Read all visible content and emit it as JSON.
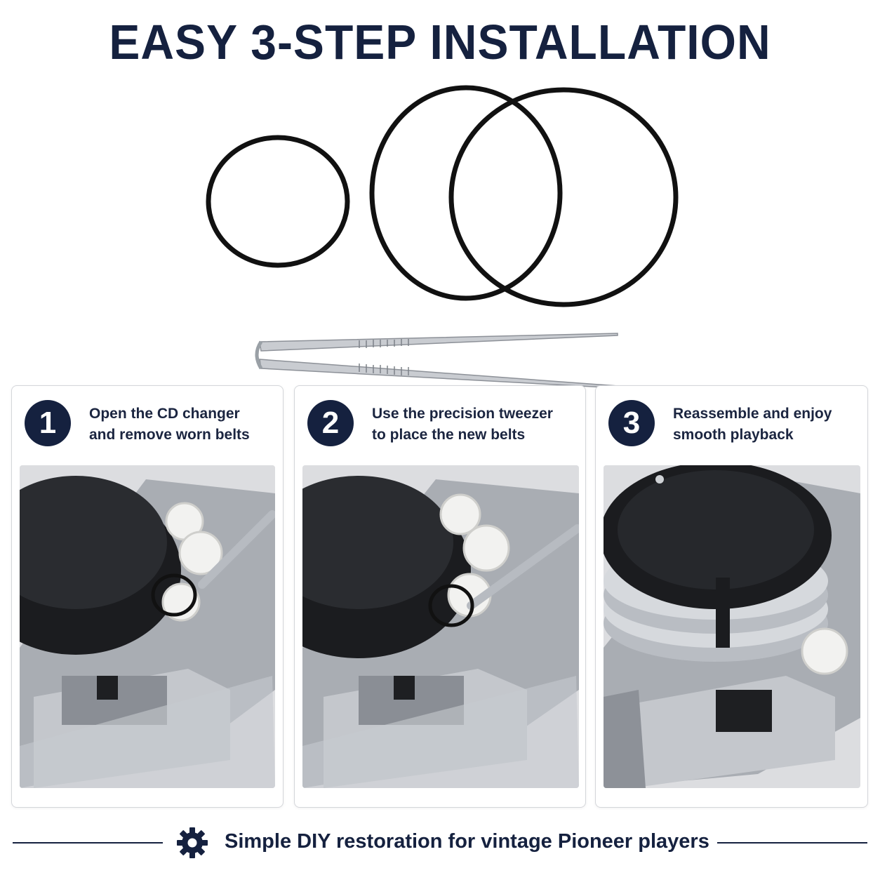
{
  "title": "EASY 3-STEP INSTALLATION",
  "steps": [
    {
      "number": "1",
      "line1": "Open the CD changer",
      "line2": "and remove worn belts"
    },
    {
      "number": "2",
      "line1": "Use the precision tweezer",
      "line2": "to place the new belts"
    },
    {
      "number": "3",
      "line1": "Reassemble and enjoy",
      "line2": "smooth playback"
    }
  ],
  "footer": {
    "text": "Simple DIY restoration for vintage Pioneer players",
    "icon": "gear-icon"
  },
  "colors": {
    "navy": "#15213f",
    "card_border": "#d4d6da"
  }
}
